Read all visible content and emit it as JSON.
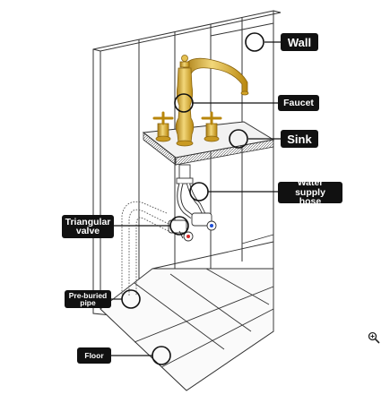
{
  "labels": {
    "wall": "Wall",
    "faucet": "Faucet",
    "sink": "Sink",
    "water_supply_hose_line1": "Water supply",
    "water_supply_hose_line2": "hose",
    "triangular_valve_line1": "Triangular",
    "triangular_valve_line2": "valve",
    "pre_buried_pipe_line1": "Pre-buried",
    "pre_buried_pipe_line2": "pipe",
    "floor": "Floor"
  },
  "icons": {
    "zoom": "zoom-in-icon"
  },
  "colors": {
    "gold": "#d4a528",
    "gold_dark": "#a87a10",
    "gold_light": "#f2d77a",
    "outline": "#333333",
    "label_bg": "#111111",
    "label_text": "#ffffff",
    "hot_marker": "#d62828",
    "cold_marker": "#1f4fd6"
  }
}
